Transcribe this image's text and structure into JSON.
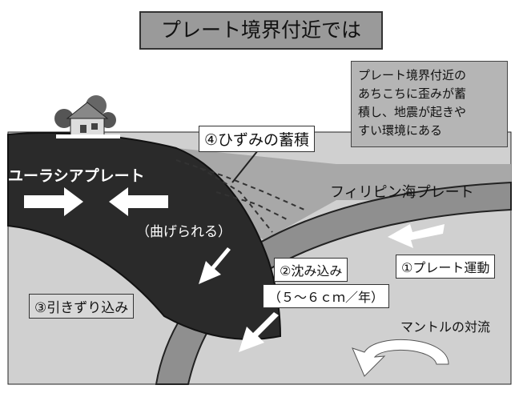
{
  "title": "プレート境界付近では",
  "note": {
    "lines": [
      "プレート境界付近の",
      "あちこちに歪みが蓄",
      "積し、地震が起きや",
      "すい環境にある"
    ]
  },
  "labels": {
    "strain": "④ひずみの蓄積",
    "eurasian_plate": "ユーラシアプレート",
    "philippine_plate": "フィリピン海プレート",
    "bent": "（曲げられる）",
    "subduction": "②沈み込み",
    "rate": "（５～６ｃｍ／年）",
    "plate_motion": "①プレート運動",
    "drag": "③引きずり込み",
    "mantle_convection": "マントルの対流"
  },
  "colors": {
    "title_bg": "#9a9a9a",
    "note_bg": "#b5b5b5",
    "eurasian_plate": "#2a2a2a",
    "philippine_plate": "#8f8f8f",
    "mantle": "#d0d0d0",
    "arrow": "#ffffff"
  },
  "icons": [
    "house-icon",
    "tree-icon",
    "white-arrow-icon",
    "curved-arrow-icon"
  ]
}
